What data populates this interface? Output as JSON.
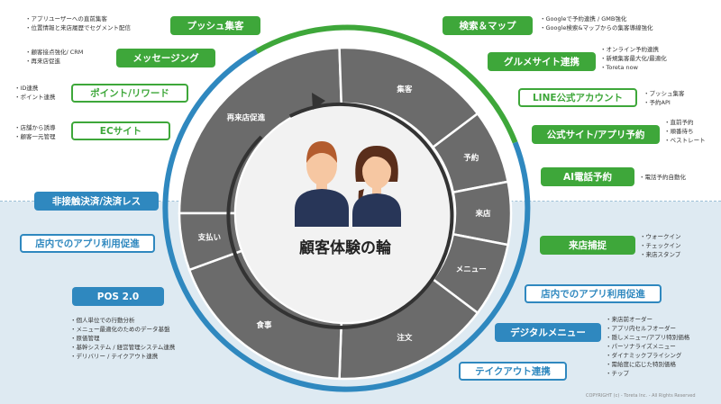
{
  "center_title": "顧客体験の輪",
  "segments": [
    "再来店促進",
    "集客",
    "予約",
    "来店",
    "メニュー",
    "注文",
    "食事",
    "支払い"
  ],
  "colors": {
    "green": "#3ea73a",
    "blue": "#2f88bf",
    "segment": "#6b6b6b",
    "center": "#f2f2f2"
  },
  "left": {
    "push": {
      "label": "プッシュ集客",
      "notes": [
        "アプリユーザーへの直前集客",
        "位置情報と来店履歴でセグメント配信"
      ]
    },
    "messaging": {
      "label": "メッセージング",
      "notes": [
        "顧客接点強化/ CRM",
        "再来店促進"
      ]
    },
    "points": {
      "label": "ポイント/リワード",
      "notes": [
        "ID連携",
        "ポイント連携"
      ]
    },
    "ec": {
      "label": "ECサイト",
      "notes": [
        "店舗から誘導",
        "顧客一元管理"
      ]
    },
    "cashless": {
      "label": "非接触決済/決済レス"
    },
    "app_store": {
      "label": "店内でのアプリ利用促進"
    },
    "pos": {
      "label": "POS 2.0",
      "notes": [
        "個人単位での行動分析",
        "メニュー最適化のためのデータ基盤",
        "原価管理",
        "基幹システム / 経営管理システム連携",
        "デリバリー / テイクアウト連携"
      ]
    }
  },
  "right": {
    "search_map": {
      "label": "検索＆マップ",
      "notes": [
        "Googleで予約連携 / GMB強化",
        "Google検索&マップからの集客導線強化"
      ]
    },
    "gourmet": {
      "label": "グルメサイト連携",
      "notes": [
        "オンライン予約連携",
        "新規集客最大化/最適化",
        "Toreta now"
      ]
    },
    "line": {
      "label": "LINE公式アカウント",
      "notes": [
        "プッシュ集客",
        "予約API"
      ]
    },
    "official": {
      "label": "公式サイト/アプリ予約",
      "notes": [
        "直前予約",
        "順番待ち",
        "ベストレート"
      ]
    },
    "ai_call": {
      "label": "AI電話予約",
      "notes": [
        "電話予約自動化"
      ]
    },
    "checkin": {
      "label": "来店捕捉",
      "notes": [
        "ウォークイン",
        "チェックイン",
        "来店スタンプ"
      ]
    },
    "app_store2": {
      "label": "店内でのアプリ利用促進"
    },
    "digital_menu": {
      "label": "デジタルメニュー",
      "notes": [
        "来店前オーダー",
        "アプリ内セルフオーダー",
        "隠しメニュー/アプリ特別価格",
        "パーソナライズメニュー",
        "ダイナミックプライシング",
        "需給度に応じた特別価格",
        "チップ"
      ]
    },
    "takeout": {
      "label": "テイクアウト連携"
    }
  },
  "copyright": "COPYRIGHT (c) - Toreta Inc. - All Rights Reserved"
}
